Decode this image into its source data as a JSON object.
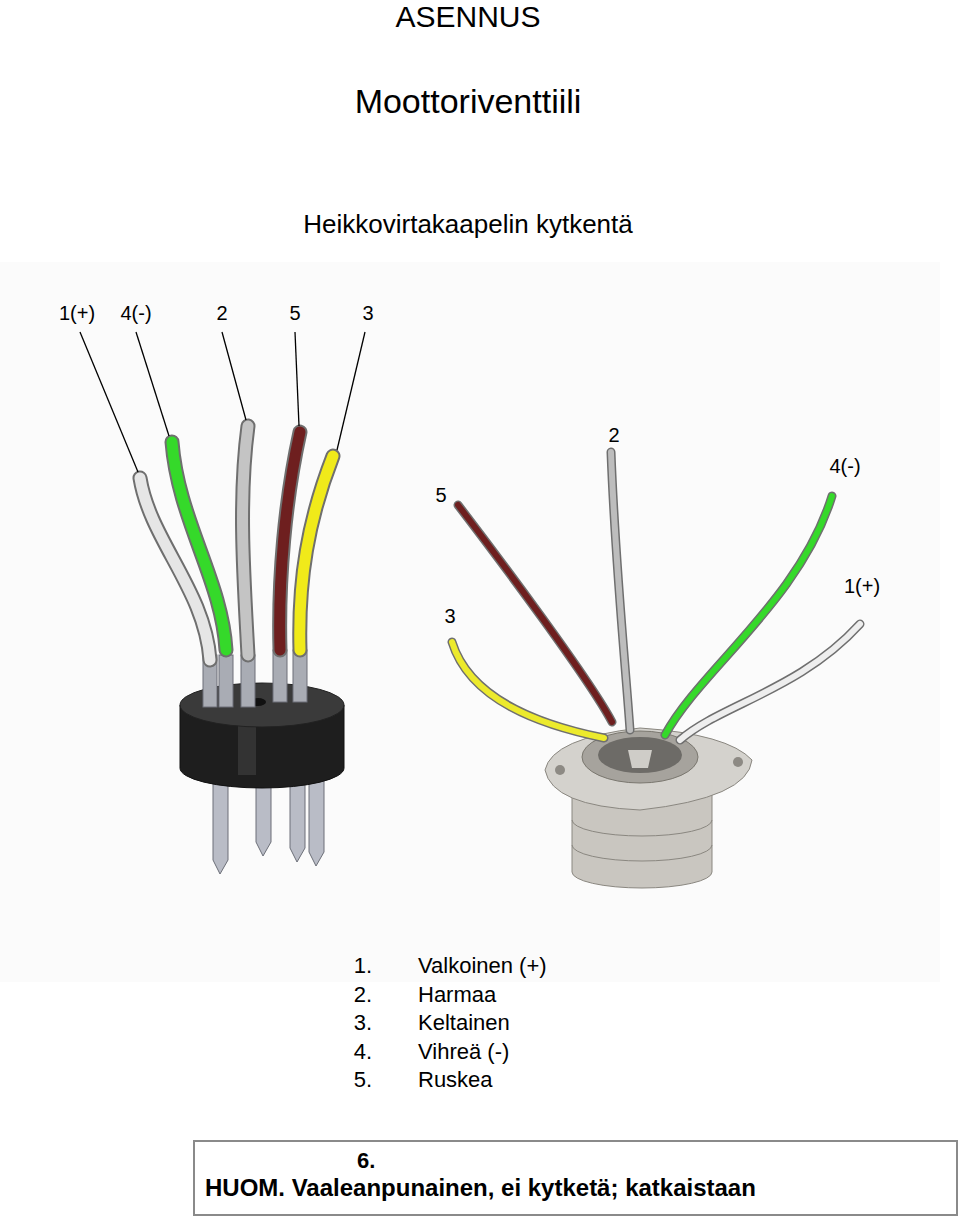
{
  "diagram": {
    "title": "ASENNUS",
    "nodes": [
      {
        "text": [
          "6.",
          "HUOM. Vaaleanpunainen, ei kytketä; katkaistaan"
        ]
      }
    ],
    "labels": [
      "Moottoriventtiili",
      "Heikkovirtakaapelin kytkentä",
      "1(+)",
      "4(-)",
      "2",
      "5",
      "3",
      "2",
      "4(-)",
      "5",
      "1(+)",
      "3",
      "1.",
      "Valkoinen (+)",
      "2.",
      "Harmaa",
      "3.",
      "Keltainen",
      "4.",
      "Vihreä (-)",
      "5.",
      "Ruskea"
    ]
  }
}
